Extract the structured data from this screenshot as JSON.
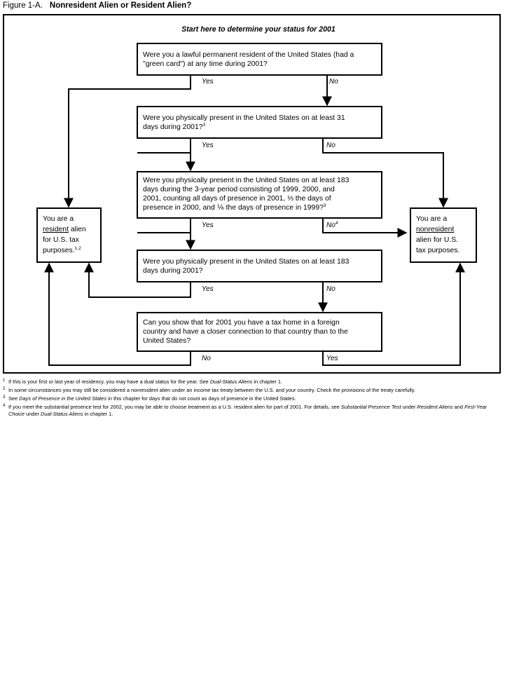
{
  "figure": {
    "label": "Figure 1-A.",
    "title": "Nonresident Alien or Resident Alien?",
    "start_text": "Start here to determine your status for 2001"
  },
  "nodes": {
    "q1": {
      "id": "green-card-question",
      "line1": "Were you a lawful permanent resident of the United States (had a",
      "line2": "\"green card\") at any time during 2001?",
      "yes": "Yes",
      "no": "No"
    },
    "q2": {
      "id": "present-31-days-question",
      "line1": "Were you physically present in the United States on at least 31",
      "line2": "days during 2001?",
      "footnote_marker": "3",
      "yes": "Yes",
      "no": "No"
    },
    "q3": {
      "id": "present-183-days-3-year-question",
      "line1": "Were you physically present in the United States on at least 183",
      "line2": "days during the 3-year period consisting of 1999, 2000, and",
      "line3": "2001, counting all days of presence in 2001, ⅓ the days of",
      "line4": "presence in 2000, and ⅙ the days of presence in 1999?",
      "footnote_marker": "3",
      "yes": "Yes",
      "no": "No",
      "no_footnote_marker": "4"
    },
    "q4": {
      "id": "present-183-days-2001-question",
      "line1": "Were you physically present in the United States on at least 183",
      "line2": "days during 2001?",
      "yes": "Yes",
      "no": "No"
    },
    "q5": {
      "id": "closer-connection-question",
      "line1": "Can you show that for 2001 you have a tax home in a foreign",
      "line2": "country and have a closer connection to that country than to the",
      "line3": "United States?",
      "no": "No",
      "yes": "Yes"
    },
    "resident": {
      "id": "resident-alien-result",
      "line1": "You are a",
      "emphasis": "resident",
      "line2_rest": " alien",
      "line3": "for U.S. tax",
      "line4": "purposes.",
      "footnote_marker": "1,2"
    },
    "nonresident": {
      "id": "nonresident-alien-result",
      "line1": "You are a",
      "emphasis": "nonresident",
      "line2": "alien for U.S.",
      "line3": "tax purposes."
    }
  },
  "footnotes": [
    {
      "marker": "1",
      "parts": [
        {
          "t": "If this is your first or last year of residency, you may have a dual status for the year. See ",
          "i": false
        },
        {
          "t": "Dual-Status Aliens",
          "i": true
        },
        {
          "t": " in chapter 1.",
          "i": false
        }
      ]
    },
    {
      "marker": "2",
      "parts": [
        {
          "t": "In some circumstances you may still be considered a nonresident alien under an income tax treaty between the U.S. and your country. Check the provisions of the treaty carefully.",
          "i": false
        }
      ]
    },
    {
      "marker": "3",
      "parts": [
        {
          "t": "See ",
          "i": false
        },
        {
          "t": "Days of Presence in the United States",
          "i": true
        },
        {
          "t": " in this chapter for days that do not count as days of presence in the United States.",
          "i": false
        }
      ]
    },
    {
      "marker": "4",
      "parts": [
        {
          "t": "If you meet the substantial presence test for 2002, you may be able to choose treatment as a U.S. resident alien for part of 2001. For details, see ",
          "i": false
        },
        {
          "t": "Substantial Presence Test",
          "i": true
        },
        {
          "t": " under ",
          "i": false
        },
        {
          "t": "Resident Aliens",
          "i": true
        },
        {
          "t": " and ",
          "i": false
        },
        {
          "t": "First-Year Choice",
          "i": true
        },
        {
          "t": " under ",
          "i": false
        },
        {
          "t": "Dual-Status Aliens",
          "i": true
        },
        {
          "t": " in chapter 1.",
          "i": false
        }
      ]
    }
  ],
  "colors": {
    "ink": "#000000",
    "page": "#ffffff"
  }
}
